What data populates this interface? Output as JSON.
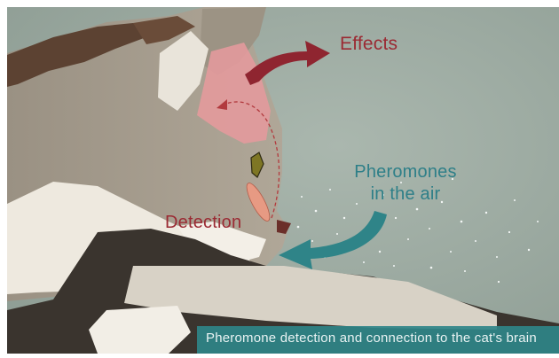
{
  "labels": {
    "effects": "Effects",
    "detection": "Detection",
    "pheromones_line1": "Pheromones",
    "pheromones_line2": "in the air"
  },
  "caption": "Pheromone detection and connection to the cat's brain",
  "colors": {
    "background": "#9fada3",
    "cat_fur": "#a59d90",
    "brain_region": "#e39a9c",
    "effects_arrow": "#8f2530",
    "pheromone_arrow": "#2f8488",
    "caption_bar": "#2f8488"
  },
  "icons": {
    "effects_arrow": "curved-double-arrow-icon",
    "pheromone_arrow": "curved-arrow-icon"
  }
}
